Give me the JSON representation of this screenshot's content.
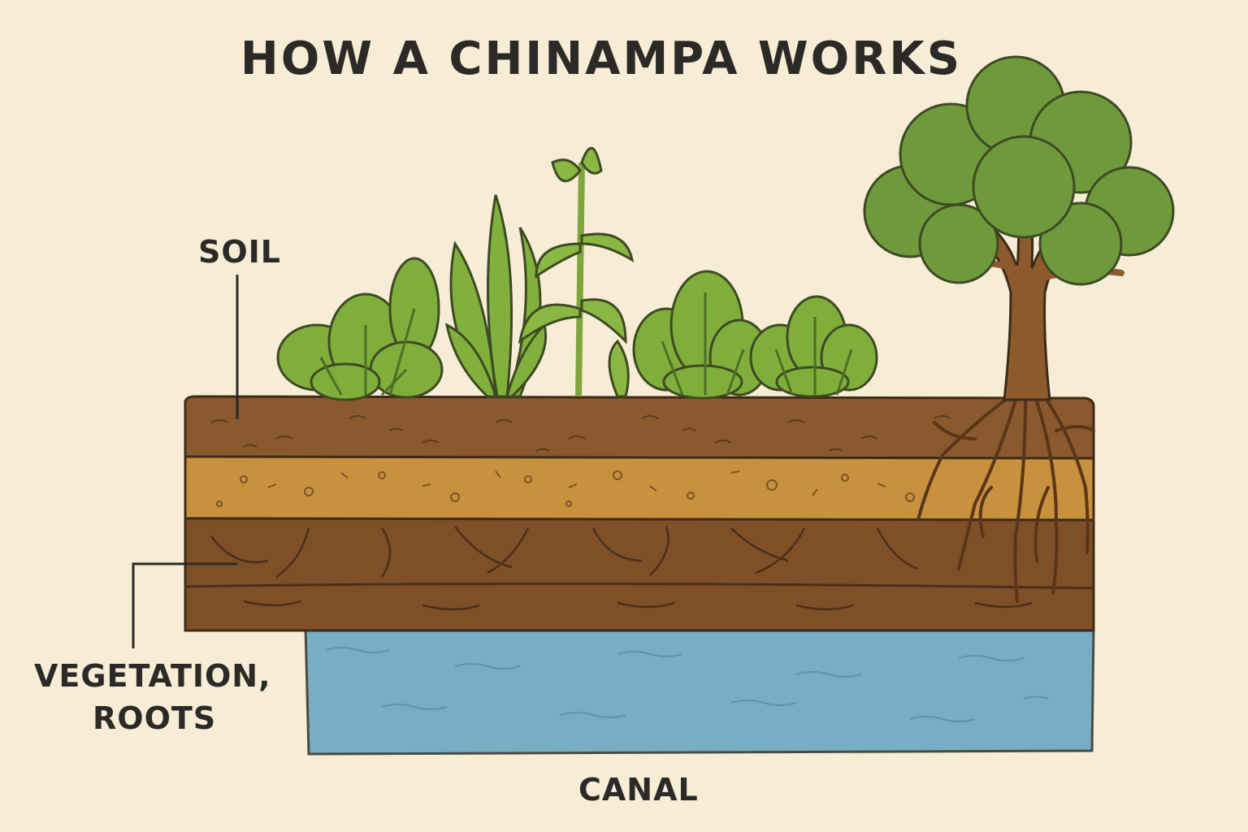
{
  "title": "HOW A CHINAMPA WORKS",
  "labels": {
    "soil": "SOIL",
    "vegetation_line1": "VEGETATION,",
    "vegetation_line2": "ROOTS",
    "canal": "CANAL"
  },
  "colors": {
    "background": "#f7edd6",
    "soil": "#8a5a2e",
    "sand": "#c8913e",
    "roots_layer": "#7f4f28",
    "canal": "#77aec4",
    "leaf": "#7fae3a",
    "tree_canopy": "#6f9a3c",
    "trunk": "#8d5a2d",
    "outline": "#4a3b26"
  },
  "icons": [
    "lettuce-plant-icon",
    "leafy-plant-icon",
    "corn-plant-icon",
    "tree-icon",
    "roots-icon",
    "water-icon"
  ]
}
